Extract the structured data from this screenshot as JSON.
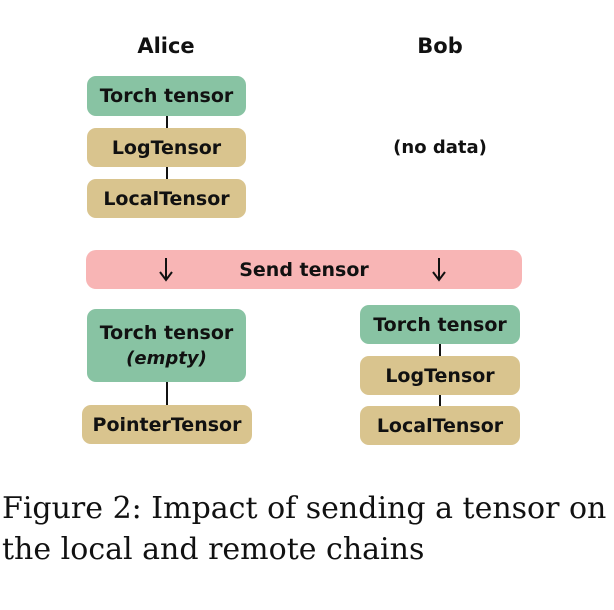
{
  "headers": {
    "alice": "Alice",
    "bob": "Bob"
  },
  "alice_before": {
    "torch": "Torch tensor",
    "log": "LogTensor",
    "local": "LocalTensor"
  },
  "bob_before": {
    "no_data": "(no data)"
  },
  "send": {
    "label": "Send tensor"
  },
  "alice_after": {
    "torch": "Torch tensor",
    "torch_note": "(empty)",
    "pointer": "PointerTensor"
  },
  "bob_after": {
    "torch": "Torch tensor",
    "log": "LogTensor",
    "local": "LocalTensor"
  },
  "caption": {
    "line1": "Figure 2: Impact of sending a tensor on",
    "line2": "the local and remote chains"
  },
  "colors": {
    "tensor_green": "#88c3a3",
    "wrapper_tan": "#d9c48e",
    "send_pink": "#f8b5b5"
  }
}
